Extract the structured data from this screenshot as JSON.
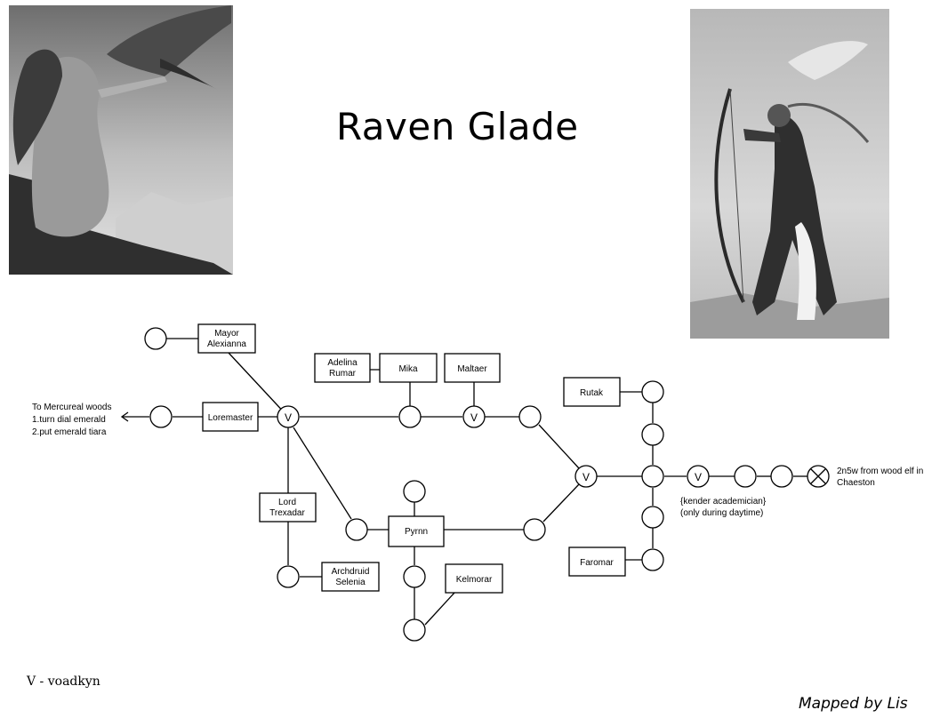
{
  "title": "Raven Glade",
  "legend": "V - voadkyn",
  "credit": "Mapped by Lis",
  "exit_note": {
    "line1": "To Mercureal woods",
    "line2": "1.turn dial emerald",
    "line3": "2.put emerald tiara"
  },
  "east_note": {
    "line1": "2n5w from wood elf in",
    "line2": "Chaeston"
  },
  "kender_note": {
    "line1": "{kender academician}",
    "line2": "(only during daytime)"
  },
  "npc_boxes": {
    "mayor": [
      "Mayor",
      "Alexianna"
    ],
    "loremaster": [
      "Loremaster"
    ],
    "adelina": [
      "Adelina",
      "Rumar"
    ],
    "mika": [
      "Mika"
    ],
    "maltaer": [
      "Maltaer"
    ],
    "rutak": [
      "Rutak"
    ],
    "trexadar": [
      "Lord",
      "Trexadar"
    ],
    "pyrnn": [
      "Pyrnn"
    ],
    "selenia": [
      "Archdruid",
      "Selenia"
    ],
    "kelmorar": [
      "Kelmorar"
    ],
    "faromar": [
      "Faromar"
    ]
  },
  "voadkyn_marker": "V",
  "colors": {
    "ink": "#000000",
    "paper": "#ffffff",
    "art_dark": "#3a3a3a",
    "art_mid": "#8a8a8a",
    "art_light": "#d6d6d6"
  }
}
